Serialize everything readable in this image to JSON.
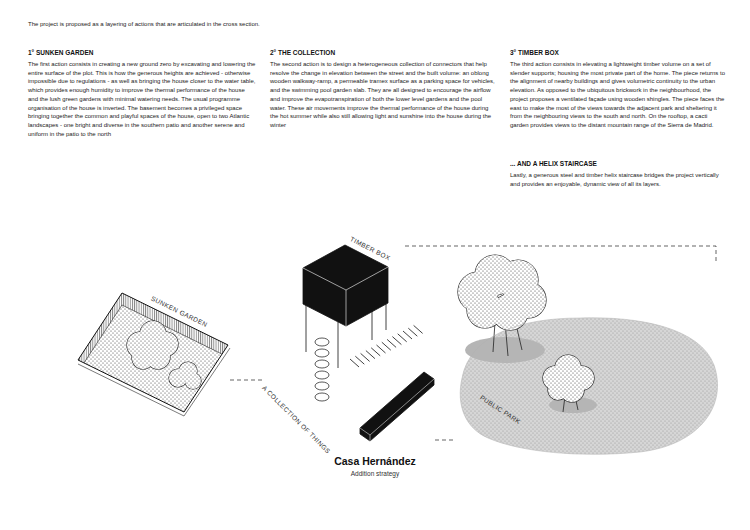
{
  "diagram": {
    "title": "Casa Hernández",
    "caption": "Addition strategy",
    "nodes": [
      {
        "text": [
          "SUNKEN GARDEN"
        ]
      },
      {
        "text": [
          "TIMBER BOX"
        ]
      },
      {
        "text": [
          "A COLLECTION OF THINGS"
        ]
      },
      {
        "text": [
          "PUBLIC PARK"
        ]
      }
    ],
    "edges": [
      {
        "from": 0,
        "to": 2,
        "arrow": "none"
      },
      {
        "from": 1,
        "to": 3,
        "arrow": "none"
      },
      {
        "from": 2,
        "to": 3,
        "arrow": "none"
      }
    ],
    "labels": [
      "The project is proposed as a layering of actions that are articulated in the cross section.",
      "1° SUNKEN GARDEN",
      "The first action consists in creating a new ground zero by excavating and lowering the entire surface of the plot. This is how the generous heights are achieved - otherwise impossible due to regulations - as well as bringing the house closer to the water table, which provides enough humidity to improve the thermal performance of the house and the lush green gardens with minimal watering needs. The usual programme organisation of the house is inverted. The basement becomes a privileged space bringing together the common and playful spaces of the house, open to two Atlantic landscapes - one bright and diverse in the southern patio and another serene and uniform in the patio to the north",
      "2° THE COLLECTION",
      "The second action is to design a heterogeneous collection of connectors that help resolve the change in elevation between the street and the built volume: an oblong wooden walkway-ramp, a permeable tramex surface as a parking space for vehicles, and the swimming pool garden slab. They are all designed to encourage the airflow and improve the evapotranspiration of both the lower level gardens and the pool water. These air movements improve the thermal performance of the house during the hot summer while also still allowing light and sunshine into the house during the winter",
      "3° TIMBER BOX",
      "The third action consists in elevating a lightweight timber volume on a set of slender supports; housing the most private part of the home. The piece returns to the alignment of nearby buildings and gives volumetric continuity to the urban elevation. As opposed to the ubiquitous brickwork in the neighbourhood, the project proposes a ventilated façade using wooden shingles. The piece faces the east to make the most of the views towards the adjacent park and sheltering it from the neighbouring views to the south and north. On the rooftop, a cacti garden provides views to the distant mountain range of the Sierra de Madrid.",
      "... AND A HELIX STAIRCASE",
      "Lastly, a generous steel and timber helix staircase bridges the project vertically and provides an enjoyable, dynamic view of all its layers."
    ]
  }
}
